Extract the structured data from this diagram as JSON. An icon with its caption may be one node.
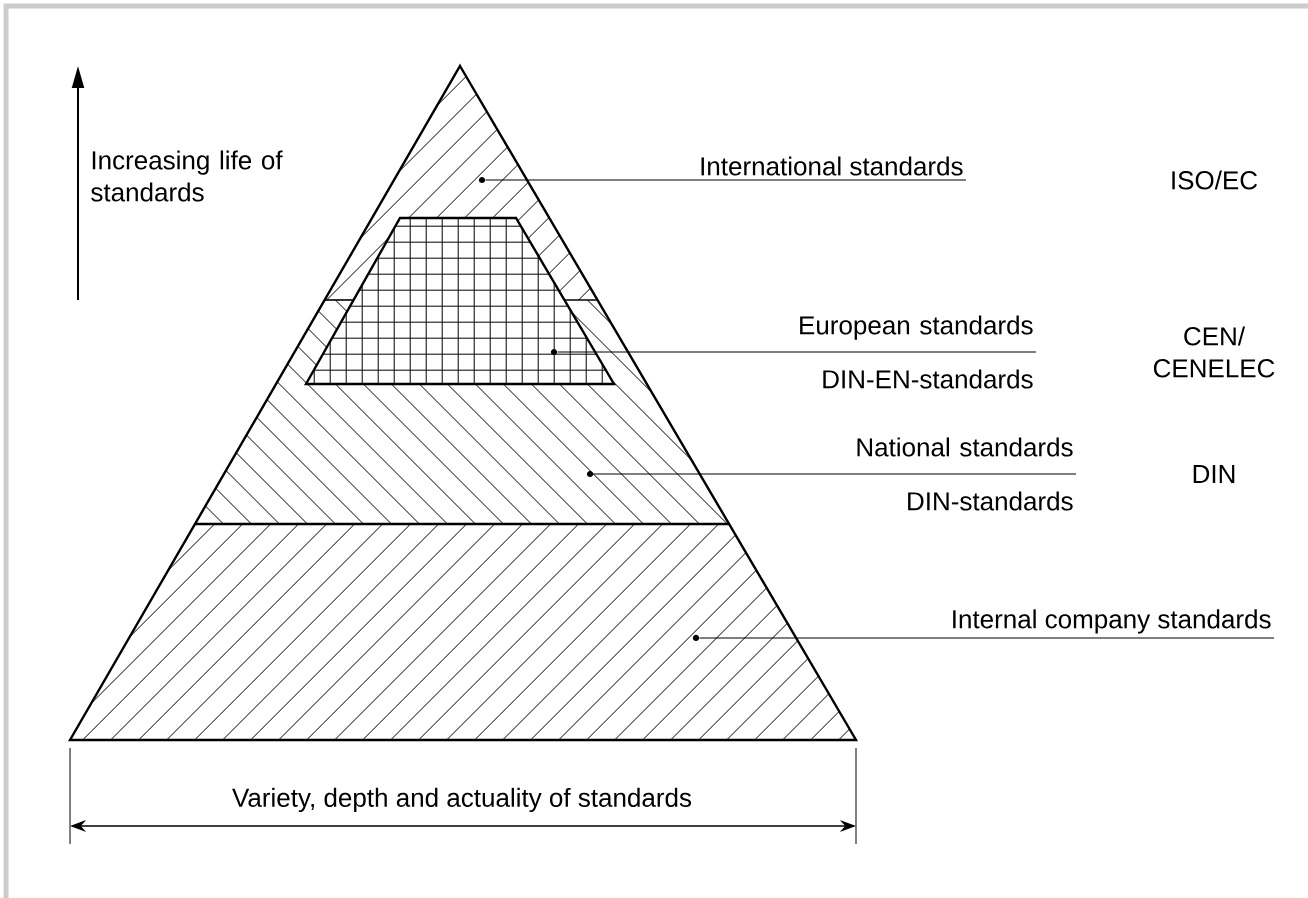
{
  "diagram": {
    "nodes": [
      {
        "text": [
          "International standards"
        ]
      },
      {
        "text": [],
        "shape": "triangle"
      },
      {
        "text": [
          "European standards DIN-EN-standards"
        ]
      },
      {
        "text": [],
        "shape": "trapezoid"
      },
      {
        "text": [
          "National standards DIN-standards"
        ]
      },
      {
        "text": [],
        "shape": "band"
      },
      {
        "text": [
          "Internal company standards"
        ]
      },
      {
        "text": [],
        "shape": "band"
      }
    ],
    "edges": [
      {
        "from": 0,
        "to": 1,
        "arrow": "none"
      },
      {
        "from": 2,
        "to": 3,
        "arrow": "none"
      },
      {
        "from": 4,
        "to": 5,
        "arrow": "none"
      },
      {
        "from": 6,
        "to": 7,
        "arrow": "none"
      }
    ],
    "labels": [
      "Increasing life of standards",
      "ISO/EC",
      "CEN/ CENELEC",
      "DIN",
      "Variety, depth and actuality of standards"
    ]
  }
}
